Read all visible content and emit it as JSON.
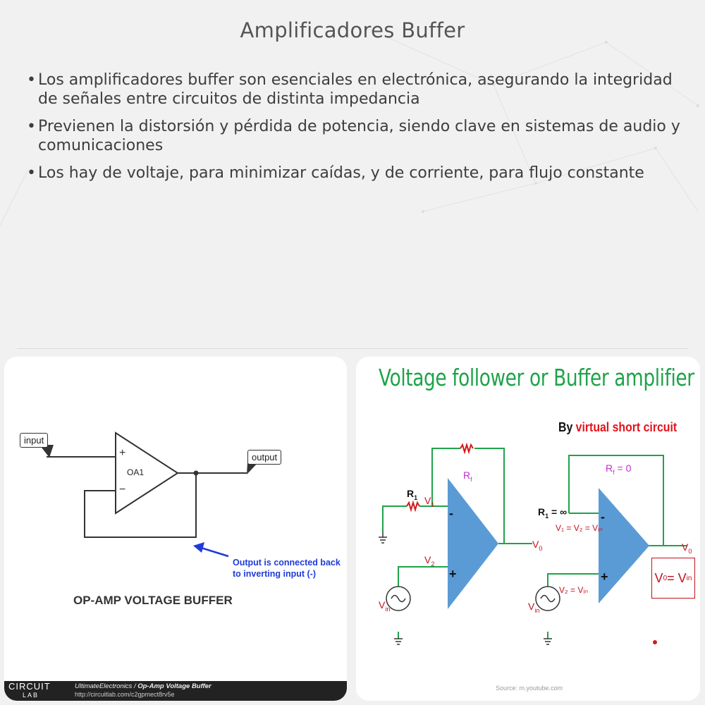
{
  "page": {
    "title": "Amplificadores Buffer",
    "bullets": [
      "Los amplificadores buffer son esenciales en electrónica, asegurando la integridad de señales entre circuitos de distinta impedancia",
      "Previenen la distorsión y pérdida de potencia, siendo clave en sistemas de audio y comunicaciones",
      "Los hay de voltaje, para minimizar caídas, y de corriente, para flujo constante"
    ],
    "bullet_symbol": "•"
  },
  "left_figure": {
    "input_label": "input",
    "output_label": "output",
    "opamp_name": "OA1",
    "plus_sign": "+",
    "minus_sign": "−",
    "note_line1": "Output is connected back",
    "note_line2": "to inverting input (-)",
    "caption": "OP-AMP VOLTAGE BUFFER",
    "footer": {
      "brand_top": "CIRCUIT",
      "brand_bottom": "LAB",
      "author": "UltimateElectronics /",
      "doc_title": "Op-Amp Voltage Buffer",
      "url": "http://circuitlab.com/c2gpmect8rv5e"
    },
    "accent_color": "#1e3bd8"
  },
  "right_figure": {
    "title": "Voltage follower or Buffer amplifier",
    "subtitle_prefix": "By",
    "subtitle_highlight": "virtual short circuit",
    "title_color": "#1fa34a",
    "highlight_color": "#e3141d",
    "opamp_color": "#5b9bd5",
    "source": "Source: m.youtube.com",
    "left_circuit": {
      "rf": "R",
      "rf_sub": "f",
      "r1": "R",
      "r1_sub": "1",
      "v1": "V",
      "v1_sub": "1",
      "v2": "V",
      "v2_sub": "2",
      "vin": "V",
      "vin_sub": "in",
      "vo": "V",
      "vo_sub": "0",
      "minus": "-",
      "plus": "+"
    },
    "right_circuit": {
      "rf_eq": "= 0",
      "r1_eq": "= ∞",
      "v_chain": "V₁ = V₂ = Vᵢₙ",
      "v2_eq": "V₂ = Vᵢₙ",
      "vin": "V",
      "vin_sub": "in",
      "vo": "V",
      "vo_sub": "0",
      "box_v": "V",
      "box_v_sub": "0",
      "box_eq": " = V",
      "box_eq_sub": "in",
      "minus": "-",
      "plus": "+"
    }
  }
}
